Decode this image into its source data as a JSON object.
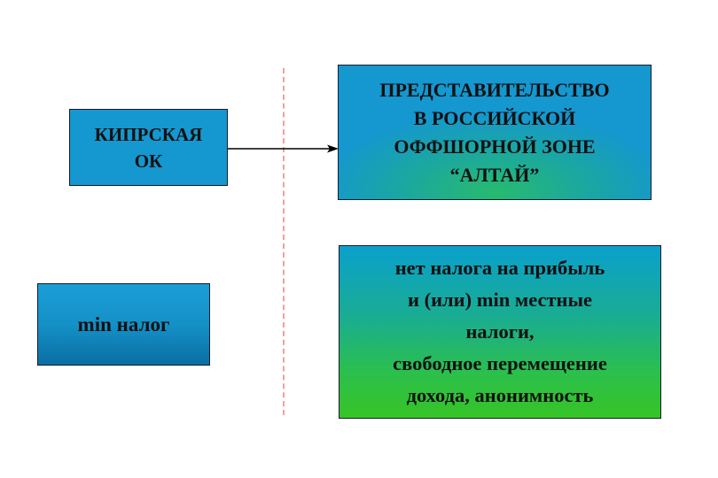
{
  "diagram": {
    "cyprus_company": {
      "lines": [
        "КИПРСКАЯ",
        "ОК"
      ]
    },
    "min_tax": {
      "label": "min налог"
    },
    "representative_office": {
      "lines": [
        "ПРЕДСТАВИТЕЛЬСТВО",
        "В РОССИЙСКОЙ",
        "ОФФШОРНОЙ ЗОНЕ",
        "“АЛТАЙ”"
      ]
    },
    "benefits": {
      "lines": [
        "нет налога на прибыль",
        "и (или) min местные",
        "налоги,",
        "свободное перемещение",
        "дохода, анонимность"
      ]
    },
    "colors": {
      "box_blue": "#1597cf",
      "box_green": "#36c426",
      "divider": "#f0a0a0",
      "arrow": "#000000"
    }
  }
}
